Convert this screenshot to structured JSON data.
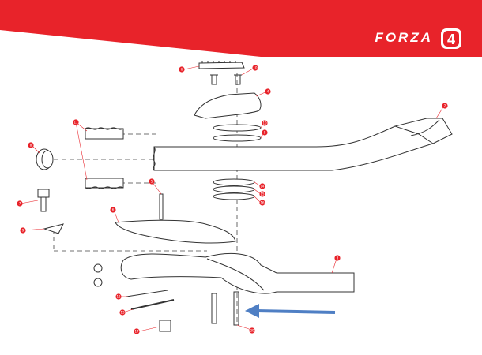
{
  "header": {
    "brand": "FORZA",
    "logo_glyph": "4",
    "banner_color": "#e8232a",
    "accent_color": "#e8232a"
  },
  "diagram": {
    "callouts": [
      {
        "id": "c-top-cap",
        "label": "6"
      },
      {
        "id": "c-bolt-top",
        "label": "10"
      },
      {
        "id": "c-clamp-top",
        "label": "4"
      },
      {
        "id": "c-bar-right",
        "label": "2"
      },
      {
        "id": "c-spacer-1",
        "label": "10"
      },
      {
        "id": "c-spacer-2",
        "label": "9"
      },
      {
        "id": "c-pad-left",
        "label": "11"
      },
      {
        "id": "c-plug",
        "label": "8"
      },
      {
        "id": "c-bolt-left",
        "label": "7"
      },
      {
        "id": "c-wedge",
        "label": "9"
      },
      {
        "id": "c-pin",
        "label": "5"
      },
      {
        "id": "c-tray",
        "label": "6"
      },
      {
        "id": "c-ring-1",
        "label": "14"
      },
      {
        "id": "c-ring-2",
        "label": "15"
      },
      {
        "id": "c-ring-3",
        "label": "16"
      },
      {
        "id": "c-stem",
        "label": "3"
      },
      {
        "id": "c-cable-1",
        "label": "12"
      },
      {
        "id": "c-cable-2",
        "label": "13"
      },
      {
        "id": "c-bottom",
        "label": "17"
      },
      {
        "id": "c-long-bolt",
        "label": "20"
      }
    ],
    "arrow_color": "#4f7fc4"
  }
}
